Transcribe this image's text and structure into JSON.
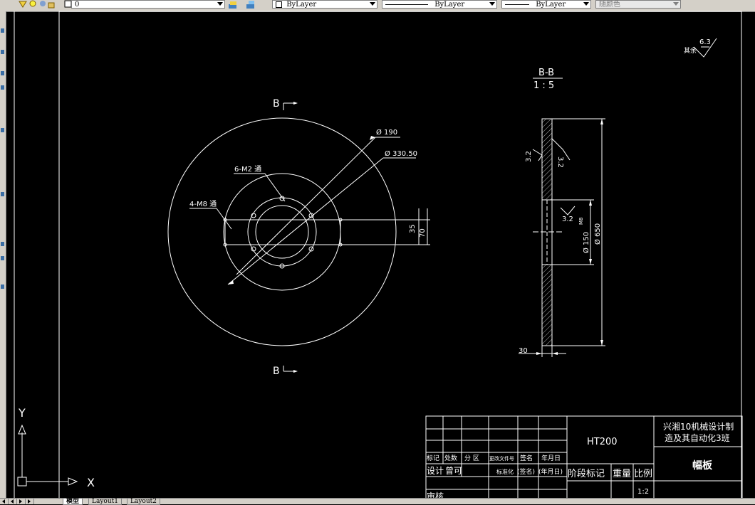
{
  "toolbar": {
    "layer_value": "0",
    "color_combo": "ByLayer",
    "linetype_combo": "ByLayer",
    "lineweight_combo": "ByLayer",
    "plotstyle_combo": "随颜色"
  },
  "tabs": [
    {
      "label": "模型",
      "active": true
    },
    {
      "label": "Layout1",
      "active": false
    },
    {
      "label": "Layout2",
      "active": false
    }
  ],
  "drawing": {
    "front_view": {
      "section_mark_top": "B",
      "section_mark_bottom": "B",
      "dim_d190": "Ø 190",
      "dim_d330": "Ø 330.50",
      "label_6m2": "6-M2 通",
      "label_4m8": "4-M8 通",
      "dim_35": "35",
      "dim_70": "70"
    },
    "section_view": {
      "title": "B-B",
      "scale": "1 : 5",
      "rough_32_a": "3.2",
      "rough_32_b": "3.2",
      "rough_32_c": "3.2",
      "dim_d150": "Ø 150",
      "dim_d650": "Ø 650",
      "dim_30": "30",
      "thread_note": "M8"
    },
    "roughness_note": {
      "label": "其余",
      "value": "6.3"
    },
    "ucs": {
      "x": "X",
      "y": "Y"
    }
  },
  "title_block": {
    "material": "HT200",
    "company_line1": "兴湘10机械设计制",
    "company_line2": "造及其自动化3班",
    "part_name": "幅板",
    "row_labels": [
      "标记",
      "处数",
      "分 区",
      "更改文件号",
      "签名",
      "年月日"
    ],
    "row2": [
      "设计",
      "曾可",
      "标准化",
      "(签名)",
      "(年月日)"
    ],
    "stage_mark": "阶段标记",
    "weight": "重量",
    "ratio": "比例",
    "ratio_value": "1:2",
    "check": "审核"
  }
}
